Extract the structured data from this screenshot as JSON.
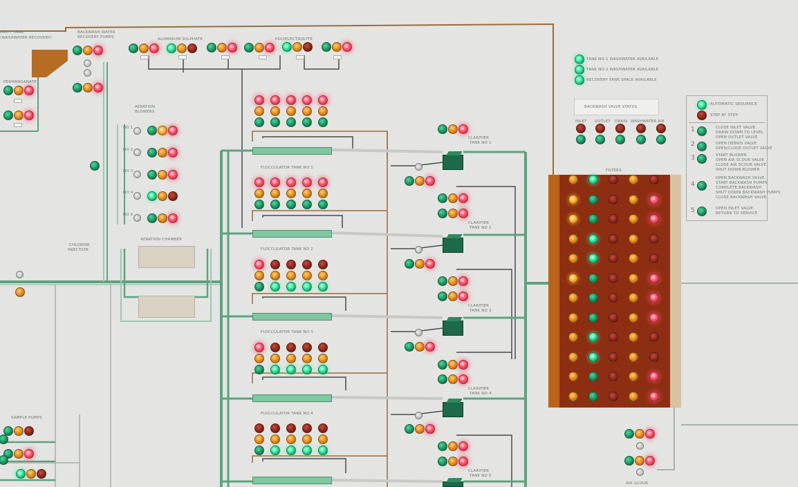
{
  "colors": {
    "panel_background": "#e4e4e2",
    "pipe_green": "#5aa37f",
    "pipe_dark": "#4a4a4a",
    "pipe_brown": "#9a6b3e",
    "lamp_green": "#17915d",
    "lamp_amber": "#e48a14",
    "lamp_red": "#c02a3a",
    "filters_panel": "#8d2e12"
  },
  "labels": {
    "dirty_tank": "DIRTY TANK",
    "washwater_recovery": "(WASHWATER RECOVERY)",
    "backwash_water_recovery_pumps_1": "BACKWASH WATER",
    "backwash_water_recovery_pumps_2": "RECOVERY PUMPS",
    "aluminium_sulphate": "ALUMINIUM SULPHATE",
    "polyelectrolyte": "POLYELECTROLYTE",
    "permanganate": "PERMANGANATE",
    "aeration_blowers_1": "AERATION",
    "aeration_blowers_2": "BLOWERS",
    "aeration_chamber": "AERATION CHAMBER",
    "chlorine_injection_1": "CHLORINE",
    "chlorine_injection_2": "INJECTION",
    "sample_pumps": "SAMPLE PUMPS",
    "air_scour": "AIR SCOUR",
    "filters": "FILTERS",
    "backwash_valve_status": "BACKWASH VALVE STATUS"
  },
  "blowers": [
    "No 1",
    "No 2",
    "No 3",
    "No 4",
    "No 5"
  ],
  "flocculators": [
    "FLOCCULATOR TANK No 1",
    "FLOCCULATOR TANK No 2",
    "FLOCCULATOR TANK No 3",
    "FLOCCULATOR TANK No 4"
  ],
  "clarifiers": [
    {
      "l1": "CLARIFIER",
      "l2": "TANK No 1"
    },
    {
      "l1": "CLARIFIER",
      "l2": "TANK No 2"
    },
    {
      "l1": "CLARIFIER",
      "l2": "TANK No 3"
    },
    {
      "l1": "CLARIFIER",
      "l2": "TANK No 4"
    },
    {
      "l1": "CLARIFIER",
      "l2": "TANK No 5"
    }
  ],
  "availability": [
    "TANK No 1 WASHWATER AVAILABLE",
    "TANK No 2 WASHWATER AVAILABLE",
    "RECOVERY TANK SPACE AVAILABLE"
  ],
  "valve_columns": [
    "INLET",
    "OUTLET",
    "DRAIN",
    "WASHWATER",
    "AIR"
  ],
  "sequence": {
    "automatic": "AUTOMATIC SEQUENCE",
    "step_by_step": "STEP BY STEP",
    "steps": [
      {
        "num": "1",
        "lines": [
          "CLOSE INLET VALVE",
          "DRAIN DOWN TO LEVEL",
          "OPEN OUTLET VALVE"
        ]
      },
      {
        "num": "2",
        "lines": [
          "OPEN DEBRIS VALVE",
          "OPEN/CLOSE OUTLET VALVE"
        ]
      },
      {
        "num": "3",
        "lines": [
          "START BLOWER",
          "OPEN AIR SCOUR VALVE",
          "CLOSE AIR SCOUR VALVE",
          "SHUT DOWN BLOWER"
        ]
      },
      {
        "num": "4",
        "lines": [
          "OPEN BACKWASH VALVE",
          "START BACKWASH PUMPS",
          "COMPLETE BACKWASH",
          "SHUT DOWN BACKWASH PUMPS",
          "CLOSE BACKWASH VALVE"
        ]
      },
      {
        "num": "5",
        "lines": [
          "OPEN INLET VALVE",
          "RETURN TO SERVICE"
        ]
      }
    ]
  }
}
